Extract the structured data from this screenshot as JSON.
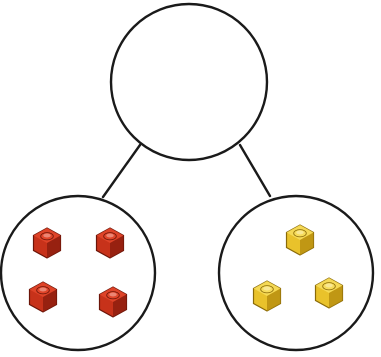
{
  "diagram": {
    "type": "number-bond",
    "whole": {
      "value": "",
      "shown": false
    },
    "parts": [
      {
        "id": "left",
        "count": 4,
        "item": "cube",
        "icon": "red-cube-icon",
        "color": {
          "face": "#c7321a",
          "light": "#e0452a",
          "dark": "#8e1f0f",
          "edge": "#6b1508"
        }
      },
      {
        "id": "right",
        "count": 3,
        "item": "cube",
        "icon": "yellow-cube-icon",
        "color": {
          "face": "#e9c22b",
          "light": "#f6dc5a",
          "dark": "#b88f10",
          "edge": "#8a6a08"
        }
      }
    ],
    "colors": {
      "outline": "#1a1a1a",
      "background": "#ffffff"
    }
  }
}
